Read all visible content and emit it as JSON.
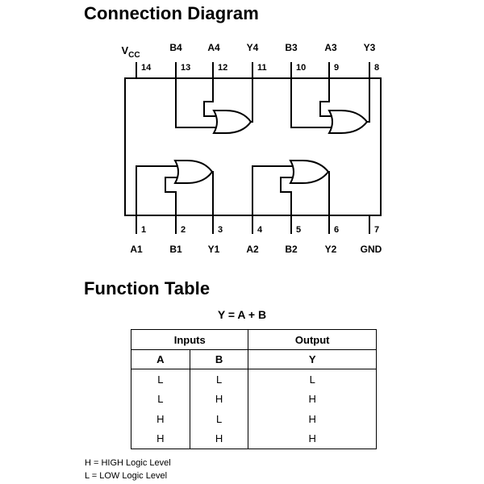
{
  "connection_diagram": {
    "title": "Connection Diagram",
    "top_pins": [
      {
        "name": "V",
        "sub": "CC",
        "number": "14"
      },
      {
        "name": "B4",
        "number": "13"
      },
      {
        "name": "A4",
        "number": "12"
      },
      {
        "name": "Y4",
        "number": "11"
      },
      {
        "name": "B3",
        "number": "10"
      },
      {
        "name": "A3",
        "number": "9"
      },
      {
        "name": "Y3",
        "number": "8"
      }
    ],
    "bottom_pins": [
      {
        "name": "A1",
        "number": "1"
      },
      {
        "name": "B1",
        "number": "2"
      },
      {
        "name": "Y1",
        "number": "3"
      },
      {
        "name": "A2",
        "number": "4"
      },
      {
        "name": "B2",
        "number": "5"
      },
      {
        "name": "Y2",
        "number": "6"
      },
      {
        "name": "GND",
        "number": "7"
      }
    ]
  },
  "function_table": {
    "title": "Function Table",
    "equation": "Y = A + B",
    "group_headers": {
      "inputs": "Inputs",
      "output": "Output"
    },
    "columns": [
      "A",
      "B",
      "Y"
    ],
    "rows": [
      [
        "L",
        "L",
        "L"
      ],
      [
        "L",
        "H",
        "H"
      ],
      [
        "H",
        "L",
        "H"
      ],
      [
        "H",
        "H",
        "H"
      ]
    ]
  },
  "legend": {
    "high": "H = HIGH Logic Level",
    "low": "L = LOW Logic Level"
  }
}
